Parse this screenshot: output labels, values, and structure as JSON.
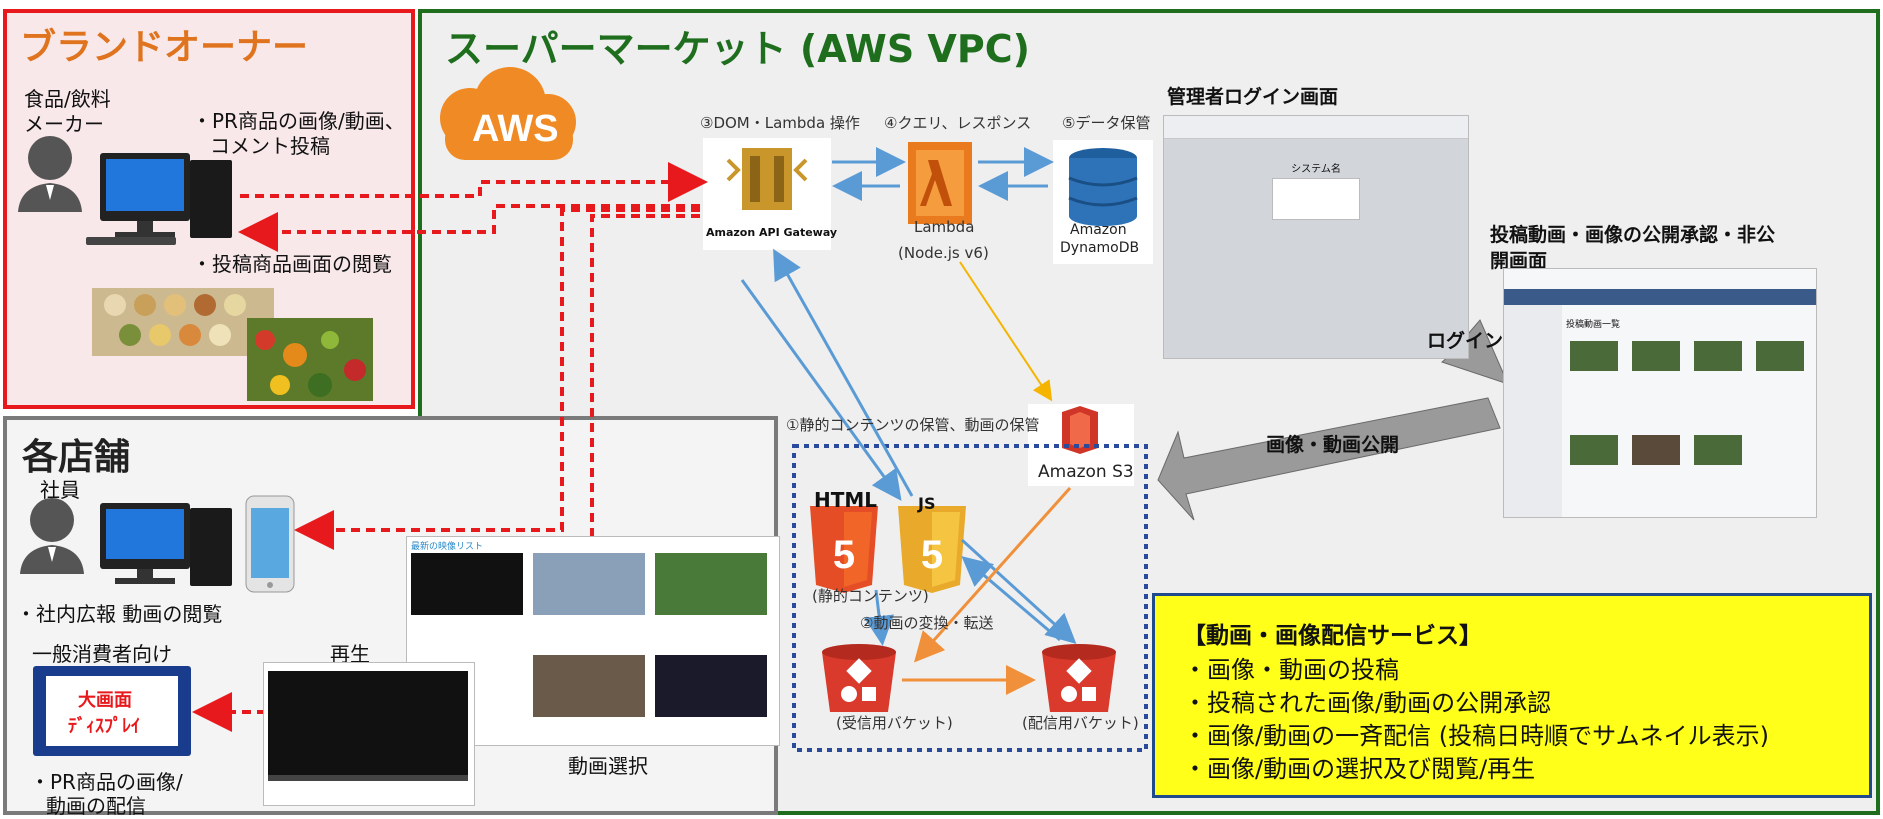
{
  "brand": {
    "title": "ブランドオーナー",
    "maker_line1": "食品/飲料",
    "maker_line2": "メーカー",
    "post_line1": "・PR商品の画像/動画、",
    "post_line2": "コメント投稿",
    "view": "・投稿商品画面の閲覧"
  },
  "vpc": {
    "title": "スーパーマーケット (AWS VPC)",
    "aws_logo": "AWS",
    "step_dom": "③DOM・Lambda 操作",
    "step_query": "④クエリ、レスポンス",
    "step_data": "⑤データ保管",
    "api_gateway": "Amazon API Gateway",
    "lambda": "Lambda",
    "lambda_runtime": "(Node.js v6)",
    "dynamo_line1": "Amazon",
    "dynamo_line2": "DynamoDB",
    "step_static": "①静的コンテンツの保管、動画の保管",
    "s3": "Amazon S3",
    "html_label": "HTML",
    "js_label": "JS",
    "static_content": "(静的コンテンツ)",
    "step_transform": "②動画の変換・転送",
    "bucket_upload": "(受信用バケット)",
    "bucket_delivery": "(配信用バケット)",
    "admin_login_title": "管理者ログイン画面",
    "admin_login_system": "システム名",
    "approve_title_line1": "投稿動画・画像の公開承認・非公",
    "approve_title_line2": "開画面",
    "approve_list": "投稿動画一覧",
    "login_arrow": "ログイン",
    "publish_arrow": "画像・動画公開"
  },
  "store": {
    "title": "各店舗",
    "staff": "社員",
    "staff_view": "・社内広報 動画の閲覧",
    "consumer": "一般消費者向け",
    "display_line1": "大画面",
    "display_line2": "ﾃﾞｨｽﾌﾟﾚｲ",
    "pr_line1": "・PR商品の画像/",
    "pr_line2": "動画の配信",
    "play": "再生",
    "select": "動画選択",
    "list_title": "最新の映像リスト"
  },
  "service": {
    "title": "【動画・画像配信サービス】",
    "items": [
      "・画像・動画の投稿",
      "・投稿された画像/動画の公開承認",
      "・画像/動画の一斉配信 (投稿日時順でサムネイル表示)",
      "・画像/動画の選択及び閲覧/再生"
    ]
  },
  "colors": {
    "brand_border": "#e8191c",
    "vpc_border": "#1e6e1e",
    "store_border": "#7a7a7a",
    "aws_orange": "#f08a24",
    "flow_blue": "#5b9bd5",
    "flow_red": "#e8191c",
    "service_yellow": "#ffff19"
  }
}
